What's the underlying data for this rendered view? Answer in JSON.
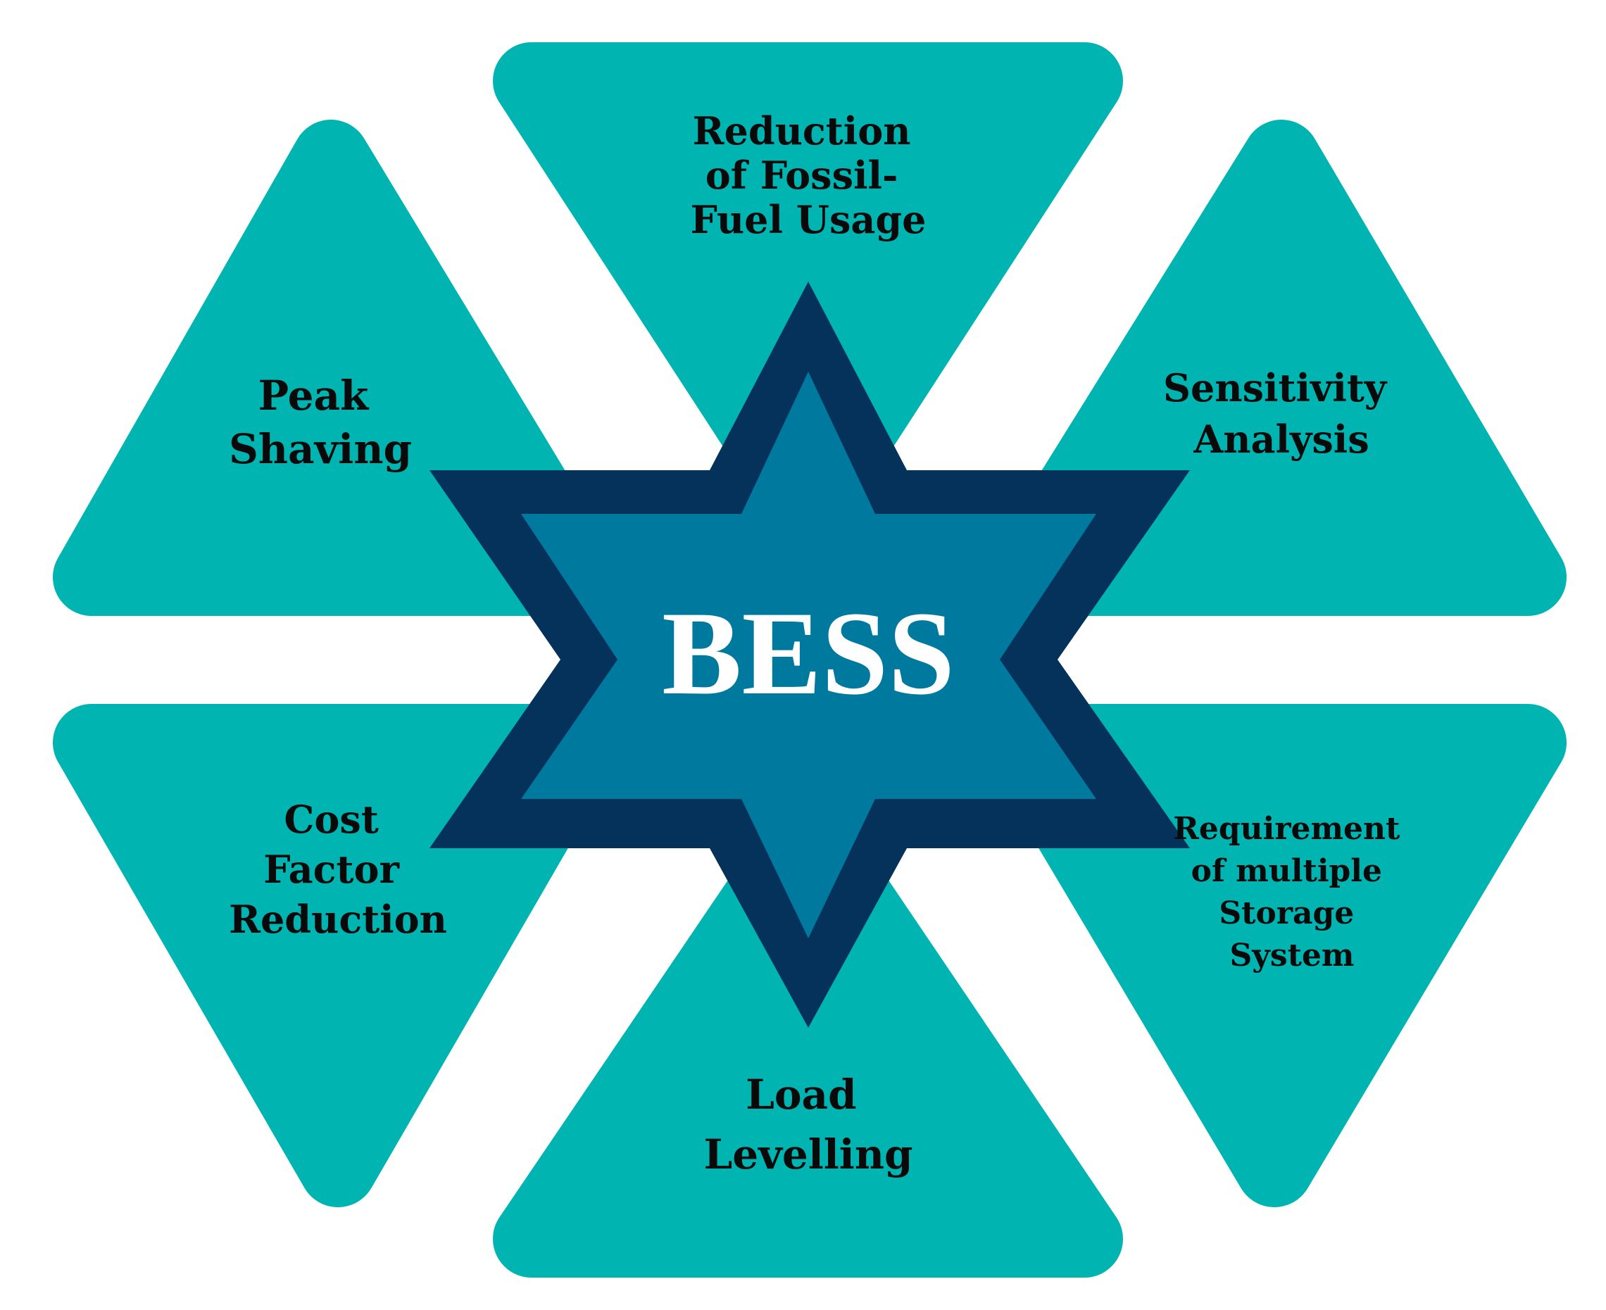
{
  "colors": {
    "petal": "#00b5b1",
    "star_outer": "#05325a",
    "star_inner": "#00799e",
    "label_text": "#0a0a0a",
    "center_text": "#ffffff",
    "background": "#ffffff"
  },
  "center": {
    "title": "BESS"
  },
  "petals": {
    "top": {
      "lines": [
        "Reduction",
        "of Fossil-",
        "Fuel Usage"
      ]
    },
    "upper_left": {
      "lines": [
        "Peak",
        "Shaving"
      ]
    },
    "upper_right": {
      "lines": [
        "Sensitivity",
        "Analysis"
      ]
    },
    "lower_left": {
      "lines": [
        "Cost",
        "Factor",
        "Reduction"
      ]
    },
    "lower_right": {
      "lines": [
        "Requirement",
        "of multiple",
        "Storage",
        "System"
      ]
    },
    "bottom": {
      "lines": [
        "Load",
        "Levelling"
      ]
    }
  }
}
